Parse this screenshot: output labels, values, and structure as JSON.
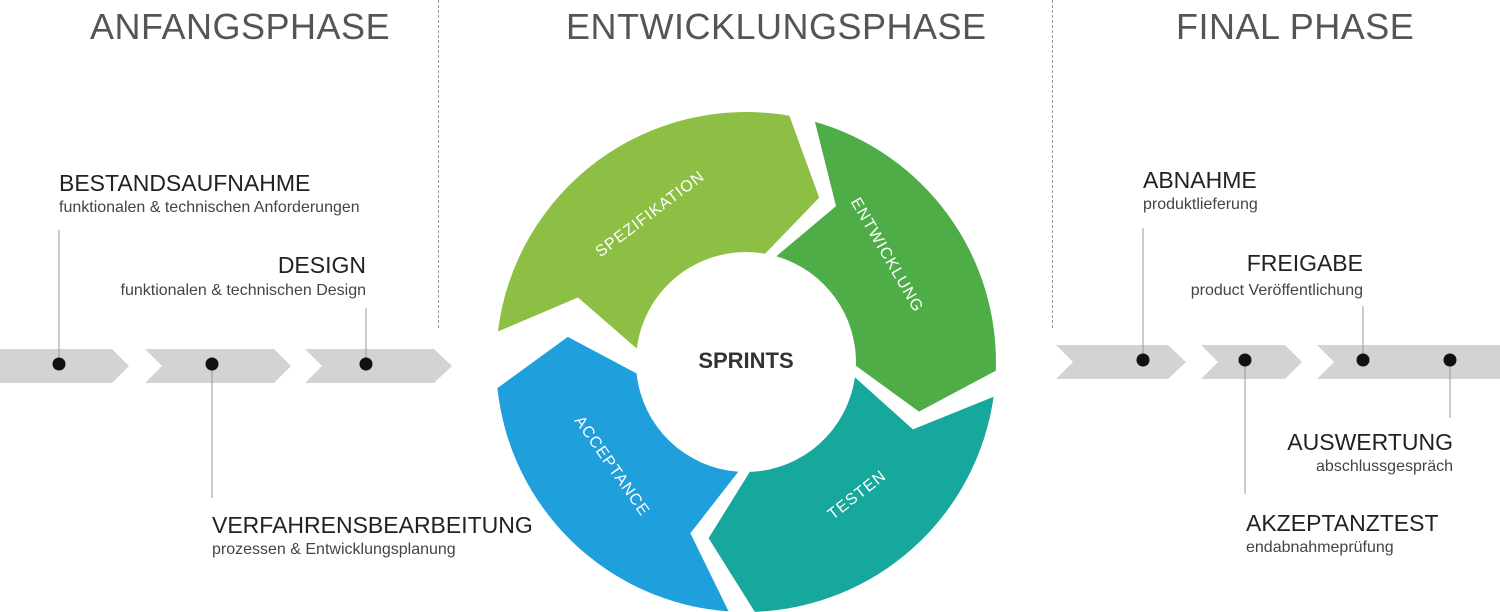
{
  "phases": {
    "start": "ANFANGSPHASE",
    "dev": "ENTWICKLUNGSPHASE",
    "final": "FINAL PHASE"
  },
  "milestones": {
    "bestandsaufnahme": {
      "title": "BESTANDSAUFNAHME",
      "sub": "funktionalen & technischen Anforderungen"
    },
    "design": {
      "title": "DESIGN",
      "sub": "funktionalen & technischen Design"
    },
    "verfahren": {
      "title": "VERFAHRENSBEARBEITUNG",
      "sub": "prozessen & Entwicklungsplanung"
    },
    "abnahme": {
      "title": "ABNAHME",
      "sub": "produktlieferung"
    },
    "freigabe": {
      "title": "FREIGABE",
      "sub": "product Veröffentlichung"
    },
    "auswertung": {
      "title": "AUSWERTUNG",
      "sub": "abschlussgespräch"
    },
    "akzeptanztest": {
      "title": "AKZEPTANZTEST",
      "sub": "endabnahmeprüfung"
    }
  },
  "cycle": {
    "center": "SPRINTS",
    "segments": [
      {
        "label": "SPEZIFIKATION",
        "color": "#8dbf45"
      },
      {
        "label": "ENTWICKLUNG",
        "color": "#4fad47"
      },
      {
        "label": "TESTEN",
        "color": "#16a79d"
      },
      {
        "label": "ACCEPTANCE",
        "color": "#1f9fdc"
      }
    ]
  },
  "colors": {
    "arrow": "#d3d3d3",
    "dot": "#111111",
    "line": "#999999"
  }
}
